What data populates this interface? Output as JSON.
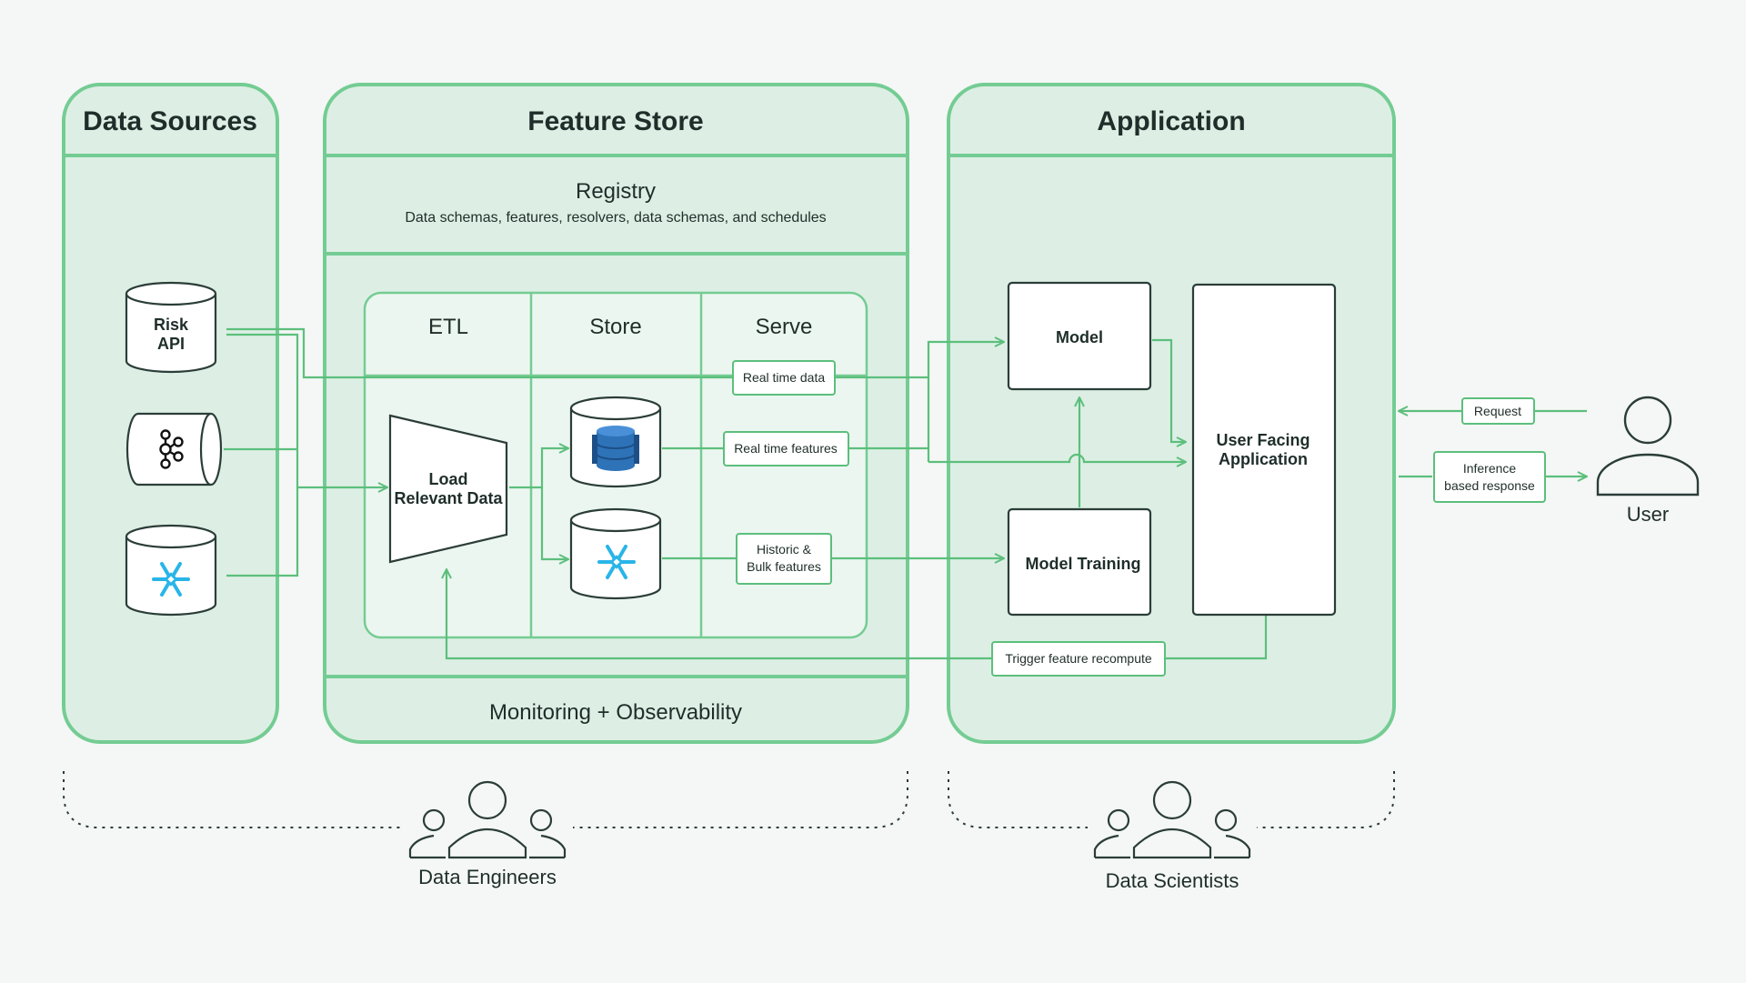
{
  "panels": {
    "data_sources": "Data Sources",
    "feature_store": "Feature Store",
    "application": "Application"
  },
  "registry": {
    "title": "Registry",
    "subtitle": "Data schemas, features, resolvers, data schemas, and schedules"
  },
  "pipeline": {
    "etl": "ETL",
    "store": "Store",
    "serve": "Serve",
    "load_line1": "Load",
    "load_line2": "Relevant Data"
  },
  "monitoring": "Monitoring + Observability",
  "sources": {
    "risk_api_line1": "Risk",
    "risk_api_line2": "API",
    "kafka_icon": "kafka-icon",
    "snowflake_icon": "snowflake-icon"
  },
  "stores": {
    "online_icon": "dynamodb-icon",
    "offline_icon": "snowflake-icon"
  },
  "tags": {
    "real_time_data": "Real time data",
    "real_time_features": "Real time features",
    "historic_line1": "Historic &",
    "historic_line2": "Bulk features",
    "trigger": "Trigger feature recompute",
    "request": "Request",
    "inference_line1": "Inference",
    "inference_line2": "based response"
  },
  "app": {
    "model": "Model",
    "model_training": "Model Training",
    "ufa_line1": "User Facing",
    "ufa_line2": "Application"
  },
  "user": "User",
  "teams": {
    "engineers": "Data Engineers",
    "scientists": "Data Scientists"
  },
  "colors": {
    "panel_fill": "#ddefe4",
    "panel_stroke": "#74cc93",
    "flow": "#5cbf7c",
    "ink": "#1f2e2a",
    "snowflake": "#29b5e8",
    "dynamodb": "#2e73b8"
  }
}
